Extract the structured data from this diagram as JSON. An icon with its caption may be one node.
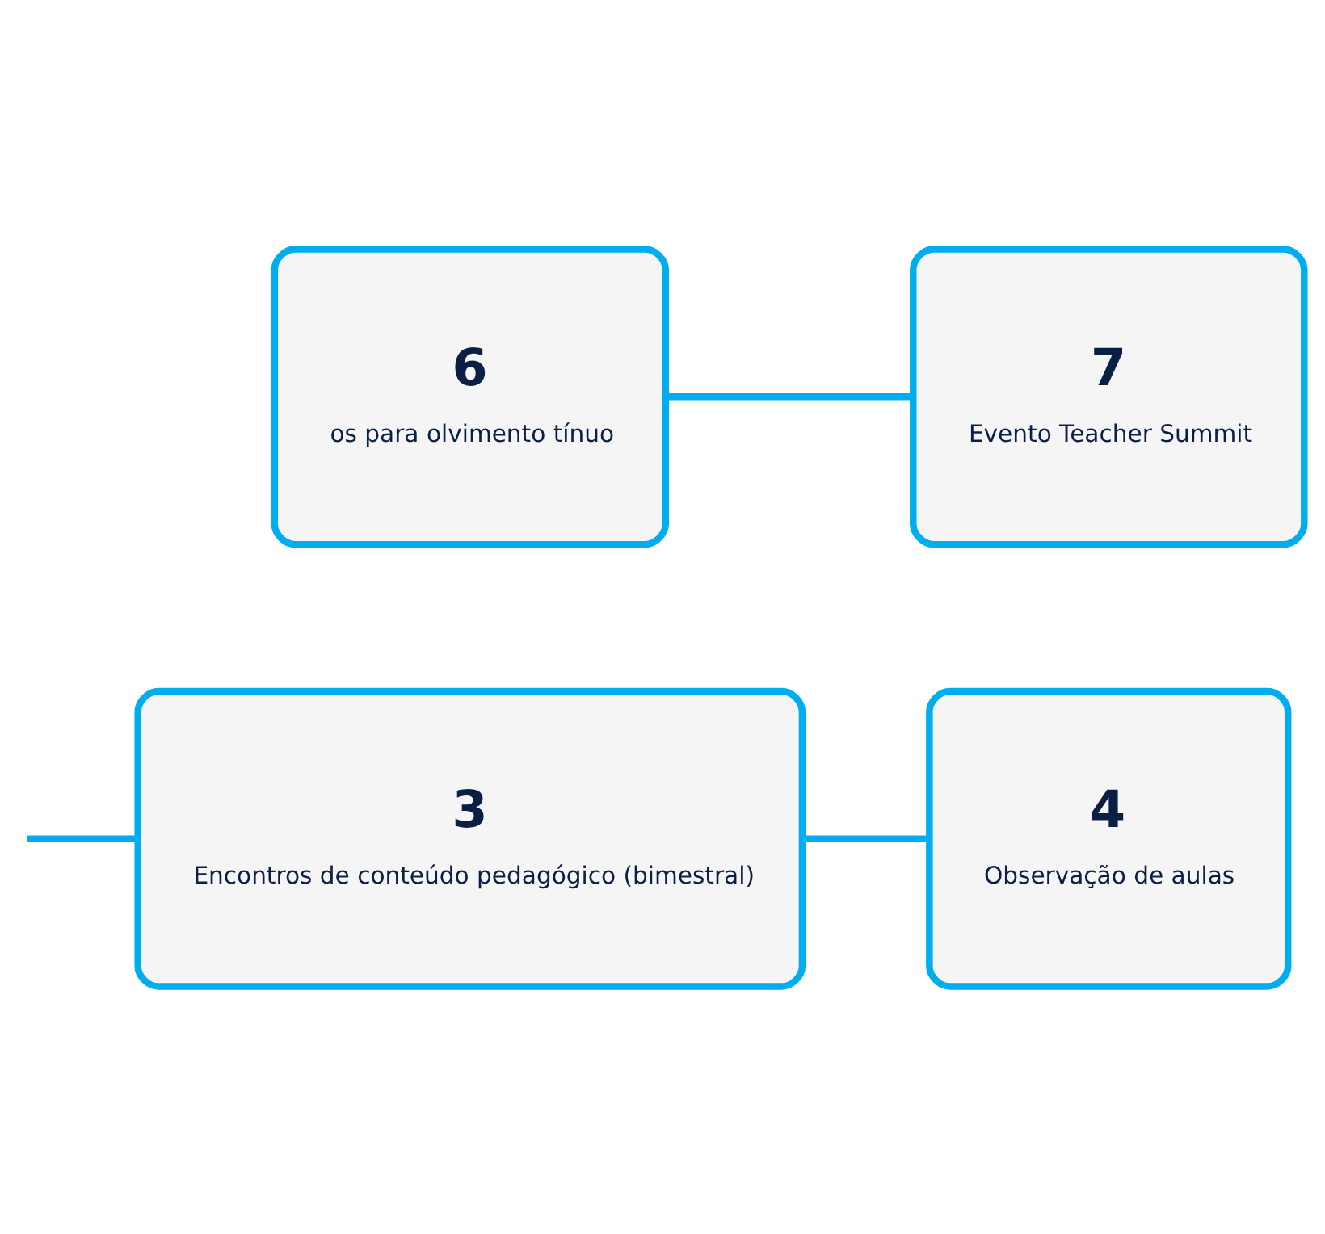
{
  "diagram": {
    "nodes": [
      {
        "text": [
          "3",
          "Encontros de conteúdo pedagógico (bimestral)"
        ]
      },
      {
        "text": [
          "4",
          "Observação de aulas"
        ]
      },
      {
        "text": [
          "6",
          "os para olvimento tínuo"
        ]
      },
      {
        "text": [
          "7",
          "Evento Teacher Summit"
        ]
      }
    ],
    "edges": [
      {
        "from": null,
        "to": 0,
        "arrow": "none"
      },
      {
        "from": 0,
        "to": 1,
        "arrow": "none"
      },
      {
        "from": 2,
        "to": 3,
        "arrow": "none"
      }
    ]
  }
}
